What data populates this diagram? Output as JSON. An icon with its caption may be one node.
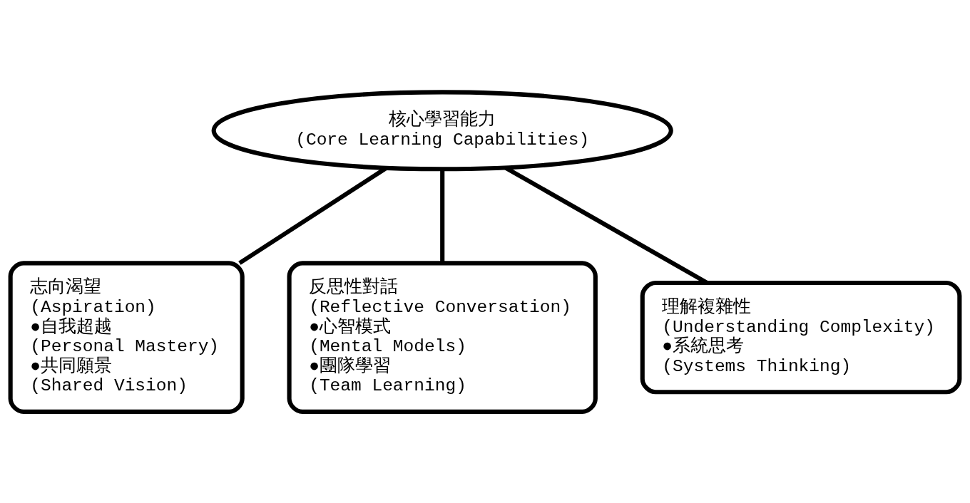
{
  "diagram": {
    "nodes": [
      {
        "text": [
          "核心學習能力",
          "(Core Learning Capabilities)"
        ]
      },
      {
        "text": [
          "志向渴望",
          "(Aspiration)",
          "●自我超越",
          "(Personal Mastery)",
          "●共同願景",
          "(Shared Vision)"
        ]
      },
      {
        "text": [
          "反思性對話",
          "(Reflective Conversation)",
          "●心智模式",
          "(Mental Models)",
          "●團隊學習",
          "(Team Learning)"
        ]
      },
      {
        "text": [
          "理解複雜性",
          "(Understanding Complexity)",
          "●系統思考",
          "(Systems Thinking)"
        ]
      }
    ],
    "edges": [
      {
        "from": 0,
        "to": 1,
        "arrow": "none"
      },
      {
        "from": 0,
        "to": 2,
        "arrow": "none"
      },
      {
        "from": 0,
        "to": 3,
        "arrow": "none"
      }
    ]
  }
}
